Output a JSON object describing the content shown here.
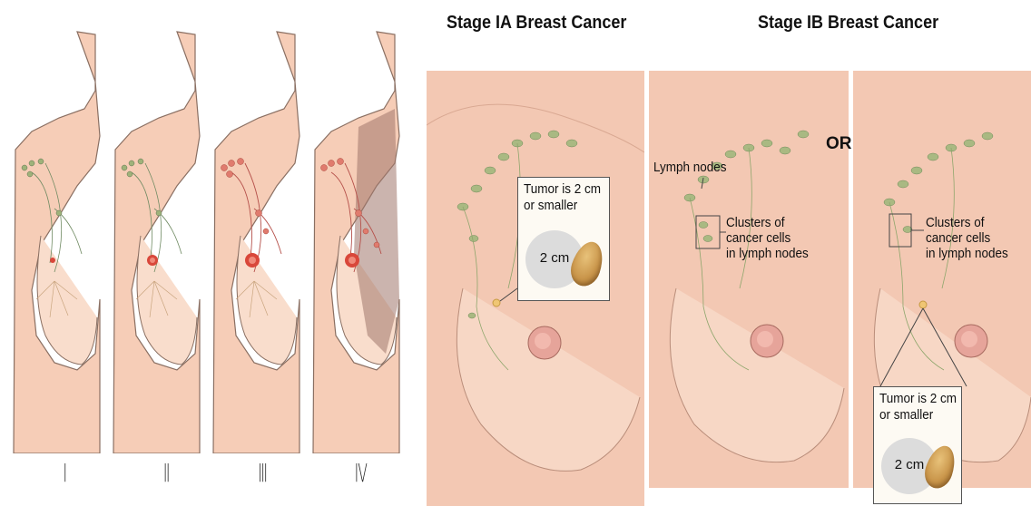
{
  "stages_left": {
    "labels": [
      "Ⅰ",
      "Ⅱ",
      "Ⅲ",
      "Ⅳ"
    ]
  },
  "stage_ia": {
    "title": "Stage IA Breast Cancer",
    "callout_text": "Tumor is 2 cm\nor smaller",
    "size_label": "2 cm"
  },
  "stage_ib": {
    "title": "Stage IB Breast Cancer",
    "or_text": "OR",
    "lymph_nodes_label": "Lymph nodes",
    "clusters_label_1": "Clusters of\ncancer cells\nin lymph nodes",
    "clusters_label_2": "Clusters of\ncancer cells\nin lymph nodes",
    "callout_text": "Tumor is 2 cm\nor smaller",
    "size_label": "2 cm"
  },
  "colors": {
    "skin": "#f6cdb7",
    "skin_light": "#f9ddcc",
    "outline": "#8a6f62",
    "node_green": "#9fb27a",
    "tumor_red": "#d9473a",
    "lymph_vessel": "#6f8a62"
  }
}
